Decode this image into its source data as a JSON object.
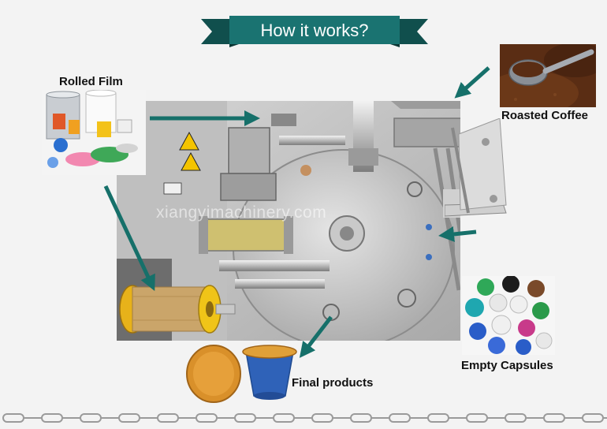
{
  "banner": {
    "title": "How it works?",
    "color": "#1a7371"
  },
  "labels": {
    "rolled_film": "Rolled Film",
    "roasted_coffee": "Roasted Coffee",
    "empty_capsules": "Empty Capsules",
    "final_products": "Final products"
  },
  "watermark": "xiangyimachinery.com",
  "colors": {
    "arrow": "#16706a",
    "background": "#f3f3f3",
    "chain": "#9a9a9a"
  }
}
